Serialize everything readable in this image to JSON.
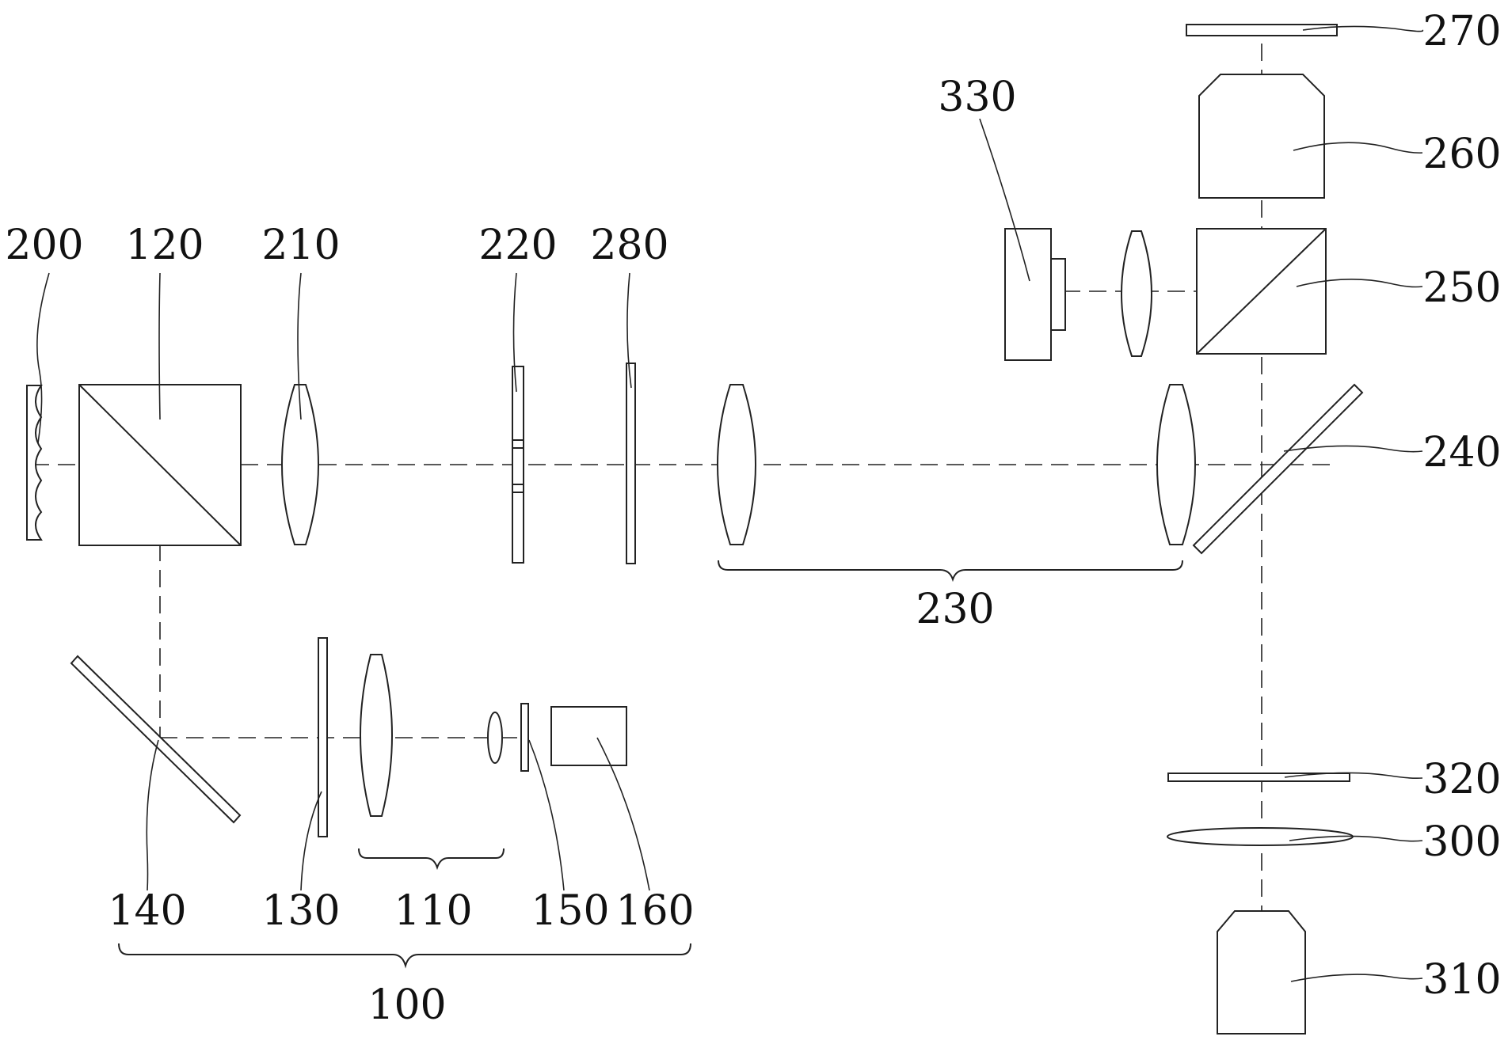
{
  "labels": {
    "n100": "100",
    "n110": "110",
    "n120": "120",
    "n130": "130",
    "n140": "140",
    "n150": "150",
    "n160": "160",
    "n200": "200",
    "n210": "210",
    "n220": "220",
    "n230": "230",
    "n240": "240",
    "n250": "250",
    "n260": "260",
    "n270": "270",
    "n280": "280",
    "n300": "300",
    "n310": "310",
    "n320": "320",
    "n330": "330"
  }
}
